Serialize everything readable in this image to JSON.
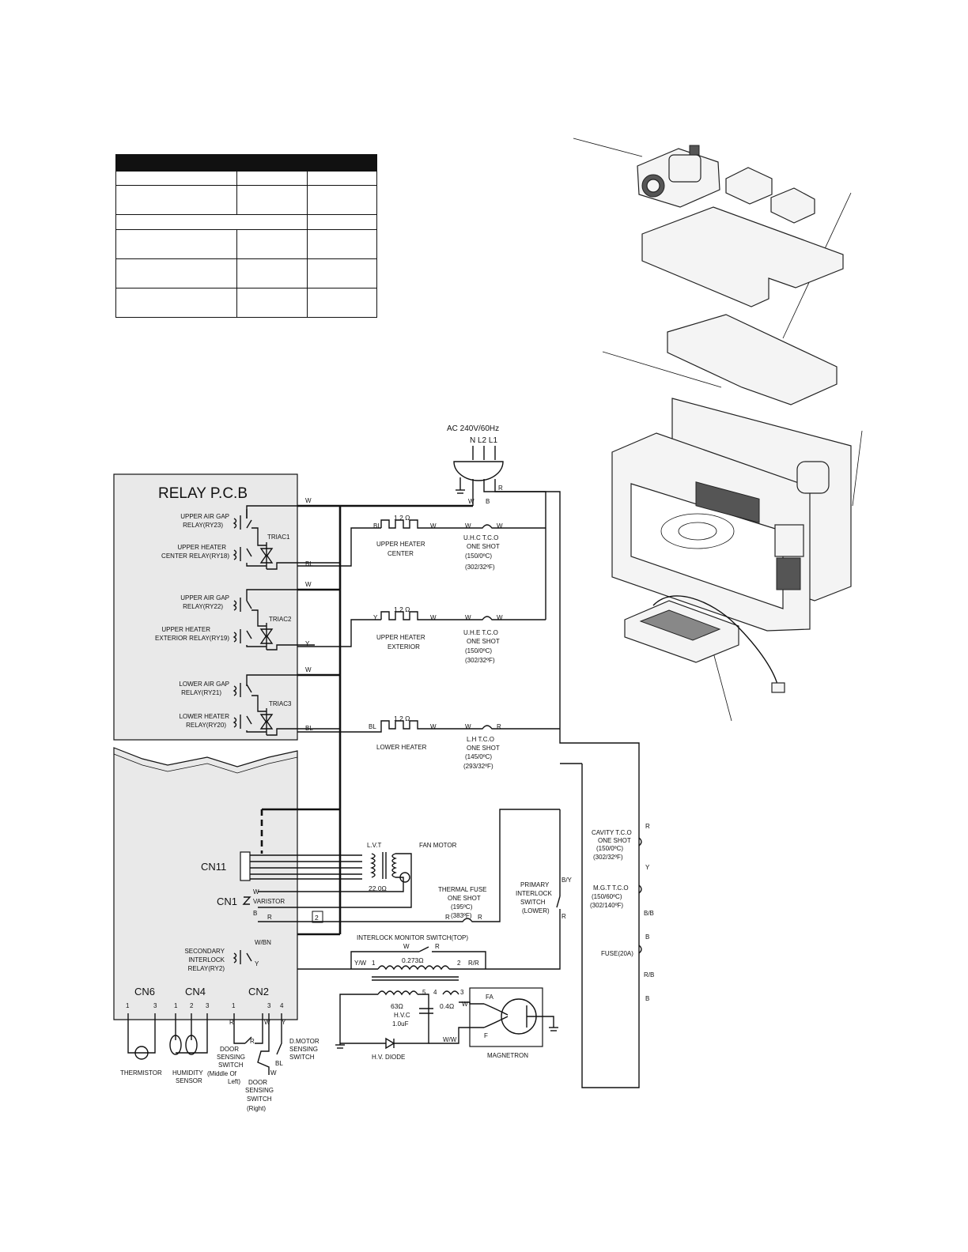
{
  "power": {
    "supply": "AC 240V/60Hz",
    "lines": "N L2 L1"
  },
  "pcb": {
    "title": "RELAY P.C.B",
    "relays": [
      {
        "label1": "UPPER AIR GAP",
        "label2": "RELAY(RY23)"
      },
      {
        "label1": "UPPER HEATER",
        "label2": "CENTER RELAY(RY18)"
      },
      {
        "label1": "UPPER AIR GAP",
        "label2": "RELAY(RY22)"
      },
      {
        "label1": "UPPER HEATER",
        "label2": "EXTERIOR RELAY(RY19)"
      },
      {
        "label1": "LOWER AIR GAP",
        "label2": "RELAY(RY21)"
      },
      {
        "label1": "LOWER HEATER",
        "label2": "RELAY(RY20)"
      }
    ],
    "triacs": [
      "TRIAC1",
      "TRIAC2",
      "TRIAC3"
    ],
    "secondary_relay": [
      "SECONDARY",
      "INTERLOCK",
      "RELAY(RY2)"
    ],
    "connectors": {
      "cn11": "CN11",
      "cn1": "CN1",
      "varistor": "VARISTOR",
      "cn6": "CN6",
      "cn4": "CN4",
      "cn2": "CN2"
    },
    "pins": {
      "cn6": [
        "1",
        "3"
      ],
      "cn4": [
        "1",
        "2",
        "3"
      ],
      "cn2": [
        "1",
        "3",
        "4"
      ]
    },
    "box_number": "2"
  },
  "wires": {
    "W": "W",
    "BL": "BL",
    "B": "B",
    "R": "R",
    "Y": "Y",
    "WBN": "W/BN",
    "YW": "Y/W",
    "RR": "R/R",
    "BY": "B/Y",
    "BB": "B/B",
    "RB": "R/B",
    "WW": "W/W"
  },
  "heaters": [
    {
      "resistance": "1.2 Ω",
      "name1": "UPPER HEATER",
      "name2": "CENTER",
      "tco": "U.H.C T.C.O",
      "type": "ONE SHOT",
      "c": "(150/0ºC)",
      "f": "(302/32ºF)"
    },
    {
      "resistance": "1.2 Ω",
      "name1": "UPPER HEATER",
      "name2": "EXTERIOR",
      "tco": "U.H.E T.C.O",
      "type": "ONE SHOT",
      "c": "(150/0ºC)",
      "f": "(302/32ºF)"
    },
    {
      "resistance": "1.2 Ω",
      "name1": "LOWER HEATER",
      "name2": "",
      "tco": "L.H T.C.O",
      "type": "ONE SHOT",
      "c": "(145/0ºC)",
      "f": "(293/32ºF)"
    }
  ],
  "components": {
    "lvt": "L.V.T",
    "fan_motor": "FAN MOTOR",
    "fan_res": "22.0Ω",
    "thermal_fuse": [
      "THERMAL FUSE",
      "ONE SHOT",
      "(195ºC)",
      "(383ºF)"
    ],
    "primary_switch": [
      "PRIMARY",
      "INTERLOCK",
      "SWITCH",
      "(LOWER)"
    ],
    "monitor_switch": "INTERLOCK MONITOR SWITCH(TOP)",
    "trans_primary": "0.273Ω",
    "trans_pins": [
      "1",
      "2",
      "5",
      "4",
      "3"
    ],
    "hv_winding": "63Ω",
    "hvc": [
      "H.V.C",
      "1.0uF"
    ],
    "filament": "0.4Ω",
    "fa": "FA",
    "f": "F",
    "hv_diode": "H.V. DIODE",
    "magnetron": "MAGNETRON",
    "cavity_tco": [
      "CAVITY T.C.O",
      "ONE SHOT",
      "(150/0ºC)",
      "(302/32ºF)"
    ],
    "mgt_tco": [
      "M.G.T T.C.O",
      "(150/60ºC)",
      "(302/140ºF)"
    ],
    "fuse": "FUSE(20A)",
    "thermistor": "THERMISTOR",
    "humidity": [
      "HUMIDITY",
      "SENSOR"
    ],
    "door_middle": [
      "DOOR",
      "SENSING",
      "SWITCH",
      "(Middle Of",
      "Left)"
    ],
    "door_right": [
      "DOOR",
      "SENSING",
      "SWITCH",
      "(Right)"
    ],
    "dmotor": [
      "D.MOTOR",
      "SENSING",
      "SWITCH"
    ]
  }
}
